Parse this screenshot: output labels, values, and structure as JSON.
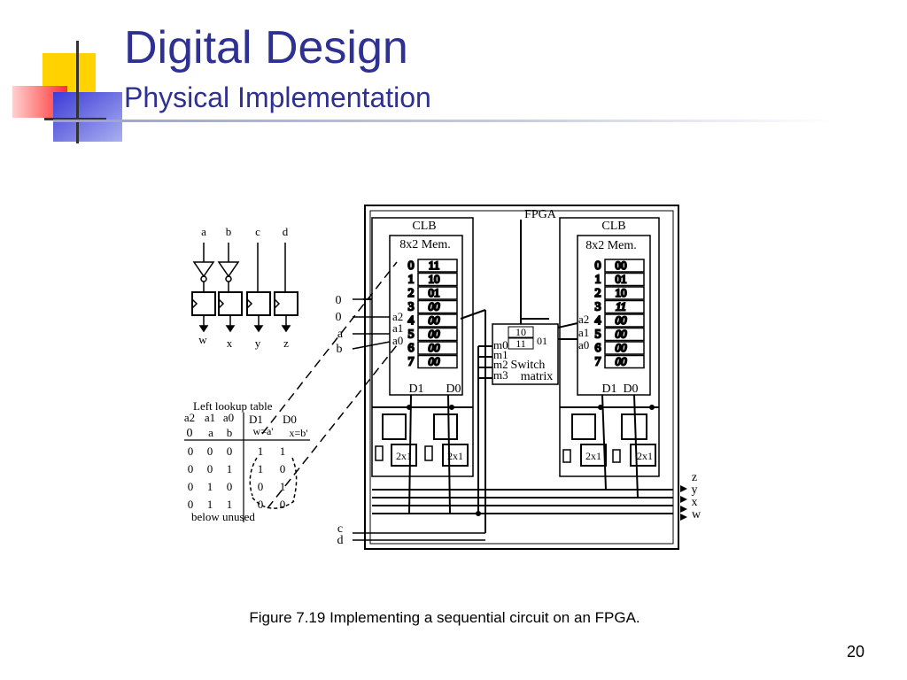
{
  "slide": {
    "title": "Digital Design",
    "subtitle": "Physical Implementation",
    "caption": "Figure 7.19 Implementing a sequential circuit on an FPGA.",
    "page_number": "20",
    "colors": {
      "title": "#2e3192",
      "deco_yellow": "#ffd200",
      "deco_red": "#ff3030",
      "deco_blue": "#3b3bd6"
    }
  },
  "diagram": {
    "fpga_label": "FPGA",
    "clb_label": "CLB",
    "mem_label": "8x2 Mem.",
    "left_mem": {
      "addresses": [
        "0",
        "1",
        "2",
        "3",
        "4",
        "5",
        "6",
        "7"
      ],
      "contents": [
        "11",
        "10",
        "01",
        "00",
        "00",
        "00",
        "00",
        "00"
      ]
    },
    "right_mem": {
      "addresses": [
        "0",
        "1",
        "2",
        "3",
        "4",
        "5",
        "6",
        "7"
      ],
      "contents": [
        "00",
        "01",
        "10",
        "11",
        "00",
        "00",
        "00",
        "00"
      ]
    },
    "addr_inputs": [
      "a2",
      "a1",
      "a0"
    ],
    "data_outputs": [
      "D1",
      "D0"
    ],
    "mux_label": "2x1",
    "switch_matrix": {
      "inputs": [
        "m0",
        "m1",
        "m2",
        "m3"
      ],
      "labels": [
        "Switch",
        "matrix"
      ],
      "entries": [
        "10",
        "11"
      ],
      "side_label": "01"
    },
    "left_inputs": [
      "0",
      "0",
      "a",
      "b"
    ],
    "bottom_inputs": [
      "c",
      "d"
    ],
    "outputs": [
      "z",
      "y",
      "x",
      "w"
    ],
    "circuit_inputs": [
      "a",
      "b",
      "c",
      "d"
    ],
    "circuit_outputs": [
      "w",
      "x",
      "y",
      "z"
    ],
    "lookup": {
      "title": "Left lookup table",
      "header1": [
        "a2",
        "a1",
        "a0",
        "D1",
        "D0"
      ],
      "header2": [
        "0",
        "a",
        "b",
        "w=a'",
        "x=b'"
      ],
      "rows": [
        [
          "0",
          "0",
          "0",
          "1",
          "1"
        ],
        [
          "0",
          "0",
          "1",
          "1",
          "0"
        ],
        [
          "0",
          "1",
          "0",
          "0",
          "1"
        ],
        [
          "0",
          "1",
          "1",
          "0",
          "0"
        ]
      ],
      "footer": "below unused"
    }
  }
}
